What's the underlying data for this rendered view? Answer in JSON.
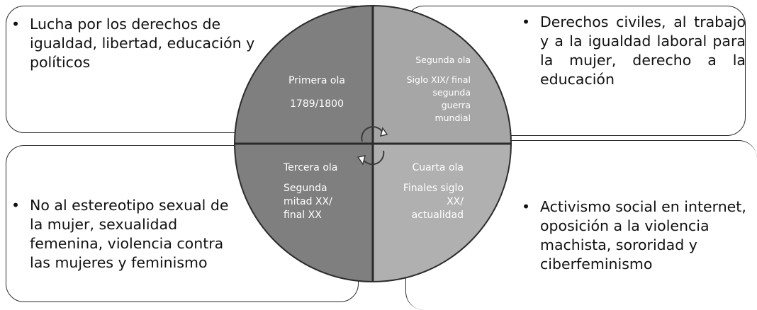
{
  "boxes": {
    "top_left": "Lucha por los derechos de igualdad, libertad, educación y políticos",
    "top_right": "Derechos civiles, al trabajo y a la igualdad laboral para la mujer, derecho a la educación",
    "bottom_left": "No al estereotipo sexual de la mujer, sexualidad femenina, violencia contra las mujeres y feminismo",
    "bottom_right": "Activismo social en internet, oposición a la violencia machista, sororidad y ciberfeminismo"
  },
  "waves": {
    "first": {
      "name": "Primera ola",
      "period": "1789/1800"
    },
    "second": {
      "name": "Segunda ola",
      "period_1": "Siglo XIX/ final",
      "period_2": "segunda",
      "period_3": "guerra",
      "period_4": "mundial"
    },
    "third": {
      "name": "Tercera ola",
      "period_1": "Segunda",
      "period_2": "mitad XX/",
      "period_3": "final XX"
    },
    "fourth": {
      "name": "Cuarta ola",
      "period_1": "Finales siglo",
      "period_2": "XX/",
      "period_3": "actualidad"
    }
  },
  "colors": {
    "q1": "#7f7f7f",
    "q2": "#a6a6a6",
    "q3": "#7f7f7f",
    "q4": "#b0b0b0",
    "border": "#2b2b2b"
  }
}
